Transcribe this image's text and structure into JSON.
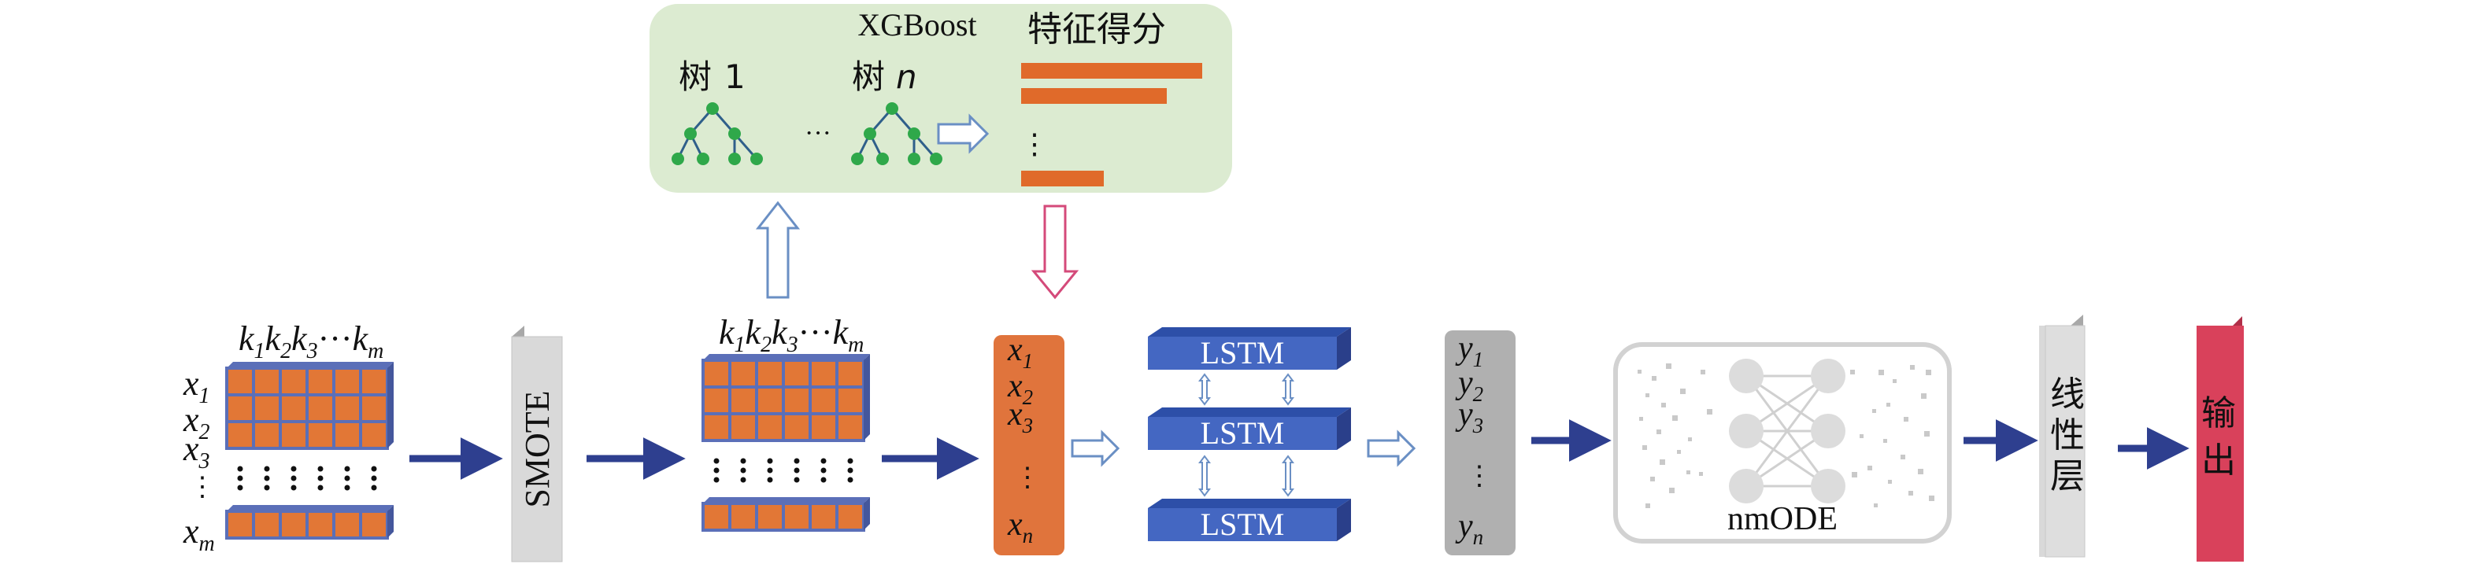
{
  "xgboost": {
    "title": "XGBoost",
    "scores_title": "特征得分",
    "tree_first_prefix": "树",
    "tree_first_index": "1",
    "tree_last_prefix": "树",
    "tree_last_index": "n",
    "ellipsis": "···",
    "score_ellipsis": "⋮"
  },
  "matrix_left": {
    "header": [
      "k",
      "1",
      "k",
      "2",
      "k",
      "3",
      "···",
      "k",
      "m"
    ],
    "rows": [
      {
        "var": "x",
        "sub": "1"
      },
      {
        "var": "x",
        "sub": "2"
      },
      {
        "var": "x",
        "sub": "3"
      },
      {
        "var": "x",
        "sub": "m"
      }
    ],
    "ellipsis": "⋮"
  },
  "smote": {
    "label": "SMOTE"
  },
  "matrix_mid": {
    "header": [
      "k",
      "1",
      "k",
      "2",
      "k",
      "3",
      "···",
      "k",
      "m"
    ]
  },
  "input_vector": {
    "items": [
      {
        "var": "x",
        "sub": "1"
      },
      {
        "var": "x",
        "sub": "2"
      },
      {
        "var": "x",
        "sub": "3"
      },
      {
        "var": "x",
        "sub": "n"
      }
    ],
    "ellipsis": "⋮"
  },
  "lstm": {
    "labels": [
      "LSTM",
      "LSTM",
      "LSTM"
    ]
  },
  "output_vector": {
    "items": [
      {
        "var": "y",
        "sub": "1"
      },
      {
        "var": "y",
        "sub": "2"
      },
      {
        "var": "y",
        "sub": "3"
      },
      {
        "var": "y",
        "sub": "n"
      }
    ],
    "ellipsis": "⋮"
  },
  "nmode": {
    "label": "nmODE"
  },
  "linear_layer": {
    "label": [
      "线",
      "性",
      "层"
    ]
  },
  "output_layer": {
    "label": [
      "输",
      "出"
    ]
  },
  "colors": {
    "panel": "#dcebd1",
    "score_bar": "#e06a2a",
    "tree_node": "#2fa84a",
    "tree_edge": "#2f5f8a",
    "cube_orange": "#e27736",
    "cube_blue": "#5b6fb8",
    "smote_box": "#d9d9d9",
    "vector_orange": "#e0743c",
    "lstm_blue": "#4467c2",
    "lstm_top": "#2d4fa8",
    "vector_gray": "#b0b0b0",
    "arrow_dark": "#2e3f8f",
    "arrow_outline_blue": "#6a8fc4",
    "arrow_outline_pink": "#d44a7a",
    "output_red": "#d9415b"
  }
}
